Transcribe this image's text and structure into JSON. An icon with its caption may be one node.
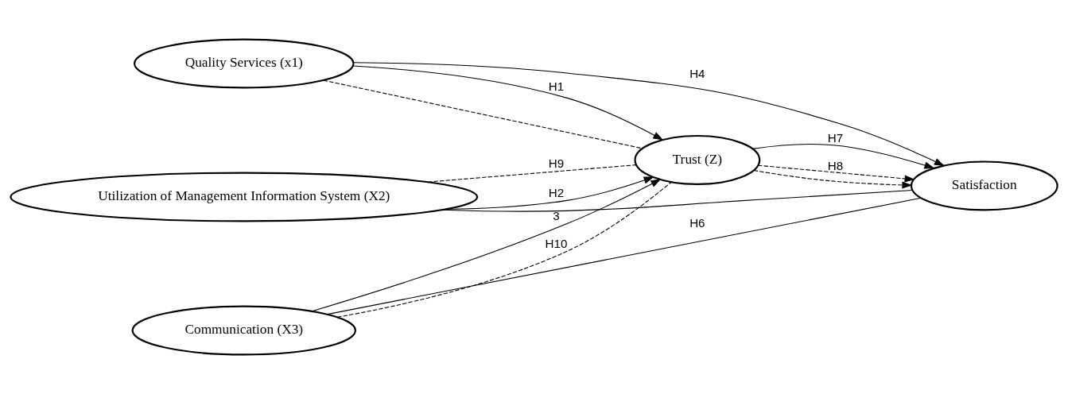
{
  "diagram": {
    "nodes": [
      {
        "text": [
          "Quality Services (x1)"
        ]
      },
      {
        "text": [
          "Utilization of Management Information System (X2)"
        ]
      },
      {
        "text": [
          "Communication (X3)"
        ]
      },
      {
        "text": [
          "Trust (Z)"
        ]
      },
      {
        "text": [
          "Satisfaction"
        ]
      }
    ],
    "edges": [
      {
        "from": 0,
        "to": 3,
        "arrow": "to",
        "label": "H1"
      },
      {
        "from": 1,
        "to": 3,
        "arrow": "to",
        "label": "H2"
      },
      {
        "from": 2,
        "to": 3,
        "arrow": "to",
        "label": "3"
      },
      {
        "from": 0,
        "to": 4,
        "arrow": "to",
        "label": "H4"
      },
      {
        "from": 1,
        "to": 4,
        "arrow": "none"
      },
      {
        "from": 2,
        "to": 4,
        "arrow": "none",
        "label": "H6"
      },
      {
        "from": 3,
        "to": 4,
        "arrow": "to",
        "label": "H7"
      },
      {
        "from": 0,
        "to": 3,
        "arrow": "none",
        "style": "dashed"
      },
      {
        "from": 3,
        "to": 4,
        "arrow": "to",
        "style": "dashed",
        "label": "H8"
      },
      {
        "from": 1,
        "to": 3,
        "arrow": "none",
        "style": "dashed",
        "label": "H9"
      },
      {
        "from": 2,
        "to": 3,
        "arrow": "none",
        "style": "dashed",
        "label": "H10"
      },
      {
        "from": 3,
        "to": 4,
        "arrow": "to",
        "style": "dashed"
      }
    ]
  }
}
